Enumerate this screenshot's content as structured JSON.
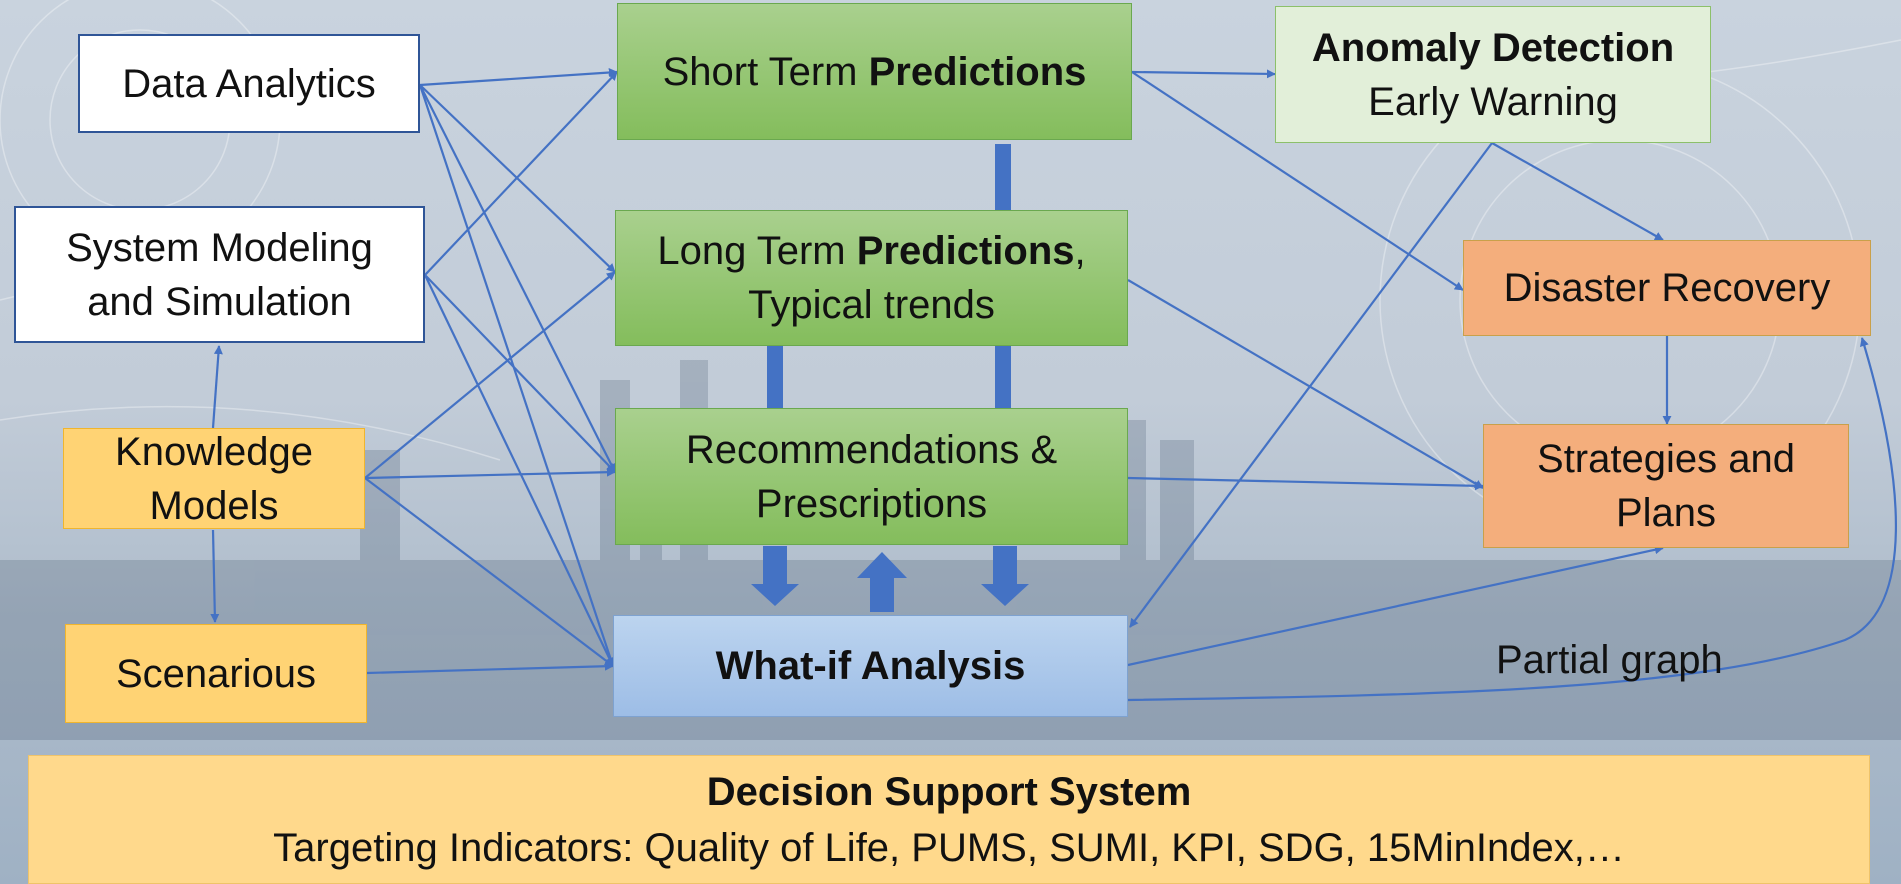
{
  "nodes": {
    "data_analytics": "Data Analytics",
    "system_modeling": {
      "line1": "System Modeling",
      "line2": "and Simulation"
    },
    "knowledge_models": {
      "line1": "Knowledge",
      "line2": "Models"
    },
    "scenarios": "Scenarious",
    "short_term": {
      "prefix": "Short Term ",
      "bold": "Predictions"
    },
    "long_term": {
      "prefix": "Long Term ",
      "bold": "Predictions",
      "suffix": ",",
      "line2": "Typical trends"
    },
    "recommendations": {
      "line1": "Recommendations &",
      "line2": "Prescriptions"
    },
    "what_if": "What-if Analysis",
    "anomaly": {
      "line1": "Anomaly Detection",
      "line2": "Early Warning"
    },
    "disaster": "Disaster Recovery",
    "strategies": {
      "line1": "Strategies and",
      "line2": "Plans"
    }
  },
  "partial_graph_label": "Partial graph",
  "dss": {
    "title": "Decision Support System",
    "subtitle": "Targeting Indicators: Quality of Life, PUMS, SUMI, KPI, SDG, 15MinIndex,…"
  },
  "colors": {
    "arrow": "#4472c4",
    "thick_arrow": "#4472c4",
    "input_box_fill": "#ffffff",
    "input_box_border": "#2f5597",
    "knowledge_fill": "#ffd374",
    "prediction_fill": "#a9d08e",
    "anomaly_fill": "#e2efd9",
    "outcome_fill": "#f4ae7c",
    "whatif_fill": "#bcd4ef",
    "dss_fill": "#ffd98c"
  }
}
